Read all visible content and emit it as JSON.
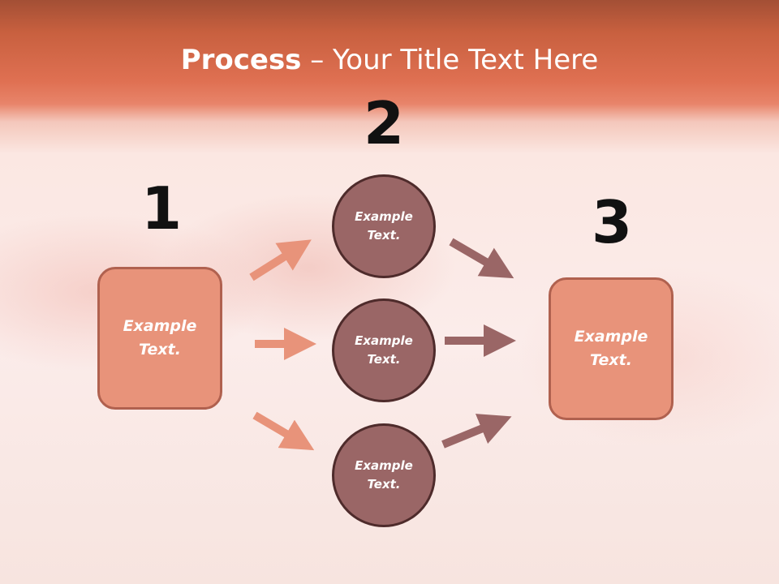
{
  "title": {
    "bold": "Process",
    "rest": " – Your Title Text Here"
  },
  "steps": {
    "one": "1",
    "two": "2",
    "three": "3"
  },
  "nodes": {
    "left": "Example Text.",
    "top": "Example Text.",
    "middle": "Example Text.",
    "bottom": "Example Text.",
    "right": "Example Text."
  },
  "colors": {
    "header": "#d8694c",
    "box_fill": "#e8937a",
    "box_border": "#b0614f",
    "circle_fill": "#9a6666",
    "circle_border": "#4e2b2b",
    "arrow_in": "#e8937a",
    "arrow_out": "#9a6666"
  }
}
